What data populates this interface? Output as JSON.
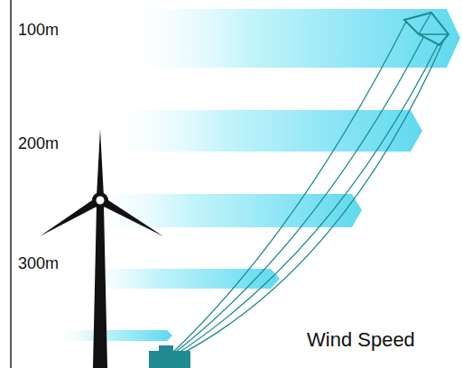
{
  "diagram": {
    "labels": [
      "100m",
      "200m",
      "300m",
      "Wind Speed"
    ]
  }
}
